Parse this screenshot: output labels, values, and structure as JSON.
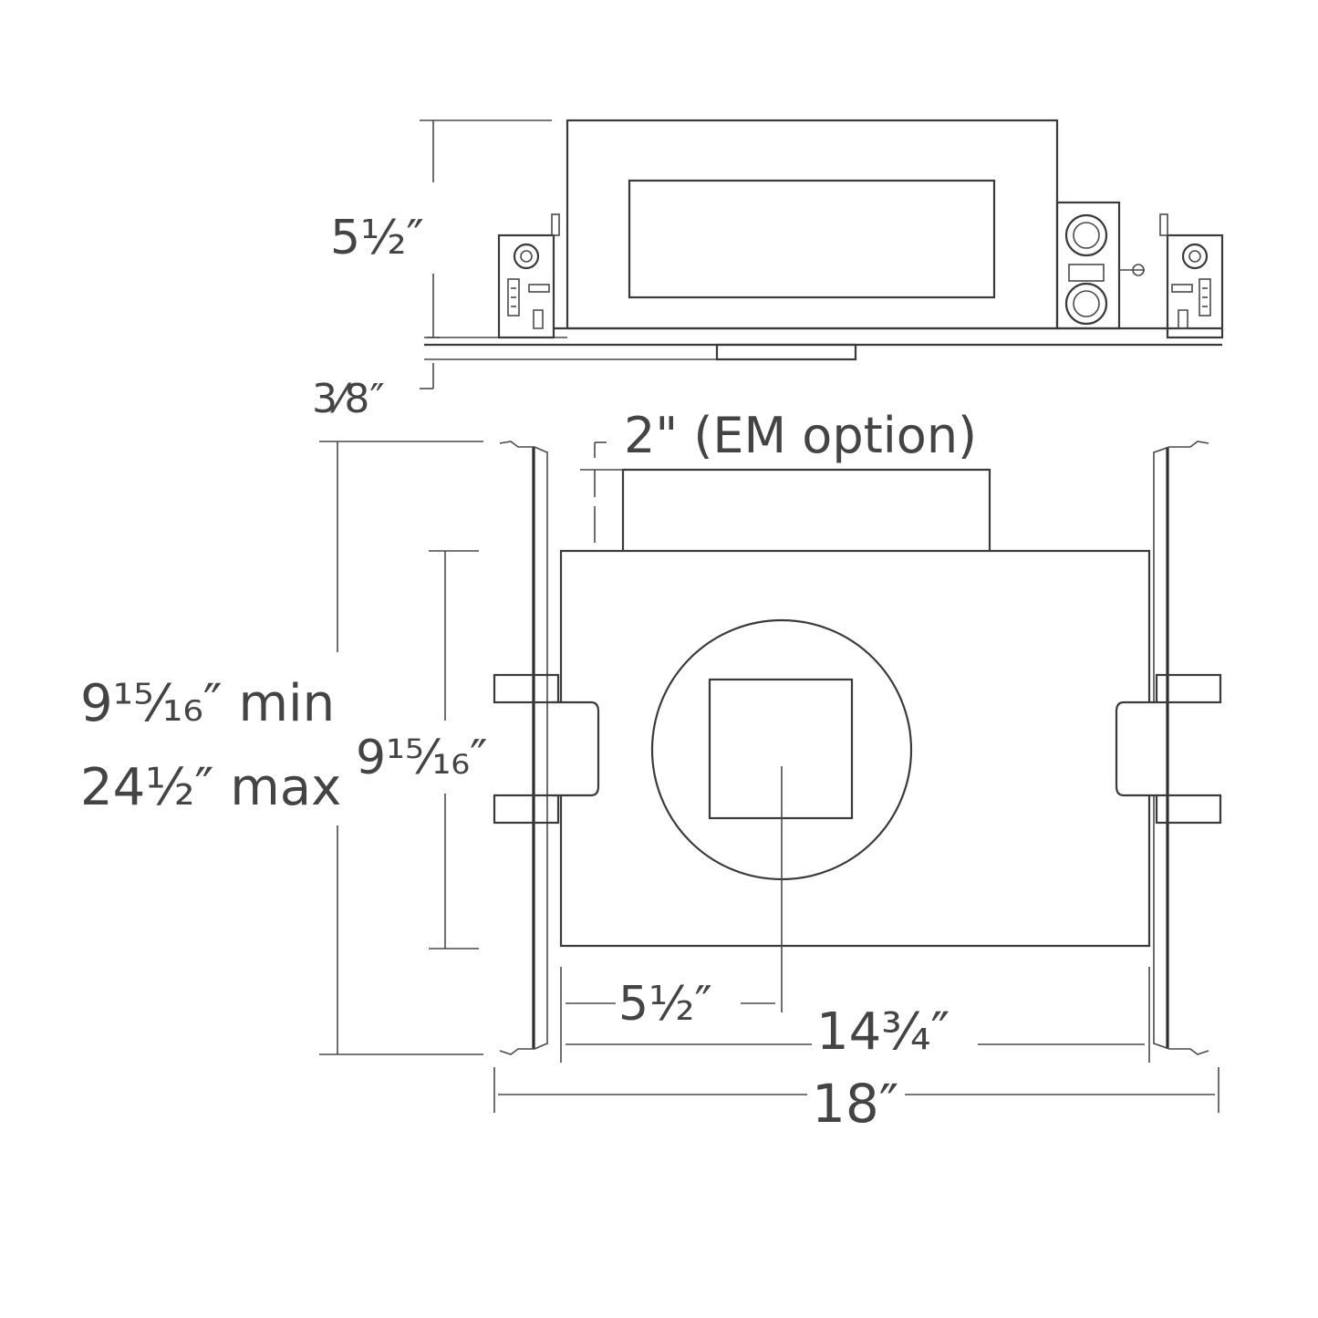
{
  "diagram": {
    "side_view": {
      "height_label": "5½″",
      "flange_label": "3⁄8″"
    },
    "plan_view": {
      "em_option_label": "2\" (EM option)",
      "overall_min_label": "9¹⁵⁄₁₆″ min",
      "overall_max_label": "24½″ max",
      "housing_depth_label": "9¹⁵⁄₁₆″",
      "aperture_offset_label": "5½″",
      "housing_width_label": "14¾″",
      "overall_width_label": "18″"
    },
    "colors": {
      "line": "#3a3a3a",
      "text": "#444444",
      "background": "#ffffff"
    }
  }
}
